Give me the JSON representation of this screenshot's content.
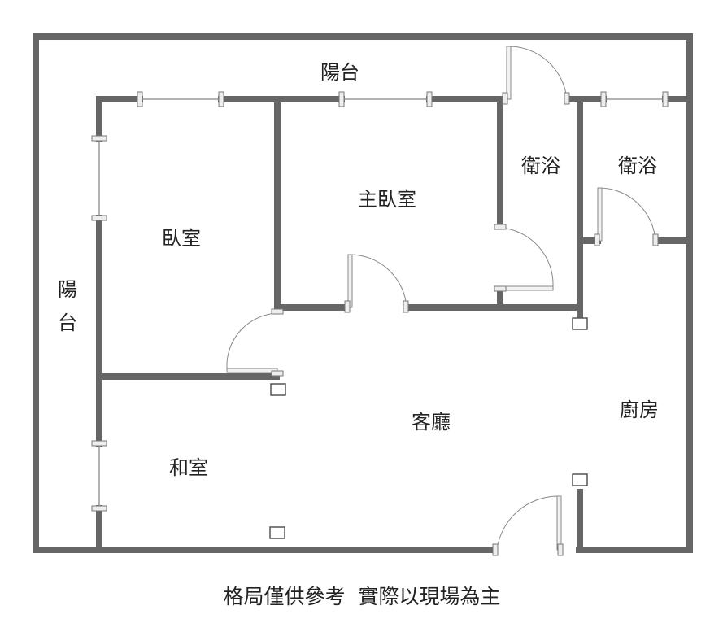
{
  "rooms": {
    "balcony_top": "陽台",
    "balcony_left_1": "陽",
    "balcony_left_2": "台",
    "bedroom": "臥室",
    "master_bedroom": "主臥室",
    "bathroom_1": "衛浴",
    "bathroom_2": "衛浴",
    "living_room": "客廳",
    "kitchen": "廚房",
    "japanese_room": "和室"
  },
  "caption": "格局僅供參考  實際以現場為主",
  "colors": {
    "wall": "#666666",
    "window": "#999999"
  }
}
